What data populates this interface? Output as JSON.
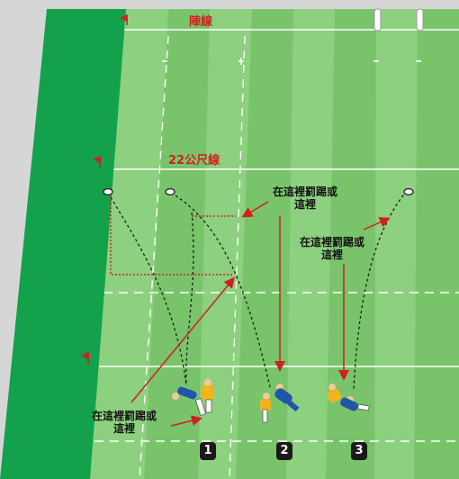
{
  "labels": {
    "dead_ball_line": "陣線",
    "line_22m": "22公尺線"
  },
  "notes": {
    "top_center": [
      "在這裡罰踢或",
      "這裡"
    ],
    "right_middle": [
      "在這裡罰踢或",
      "這裡"
    ],
    "bottom_left": [
      "在這裡罰踢或",
      "這裡"
    ]
  },
  "badges": [
    "1",
    "2",
    "3"
  ],
  "colors": {
    "background": "#d6d6d6",
    "field_stripe_light": "#8dd07f",
    "field_stripe_dark": "#72c062",
    "in_goal": "#13a14b",
    "annotation_red": "#d01f1f",
    "kicking_team": "#f1b51c",
    "defending_team": "#1f56a8"
  }
}
